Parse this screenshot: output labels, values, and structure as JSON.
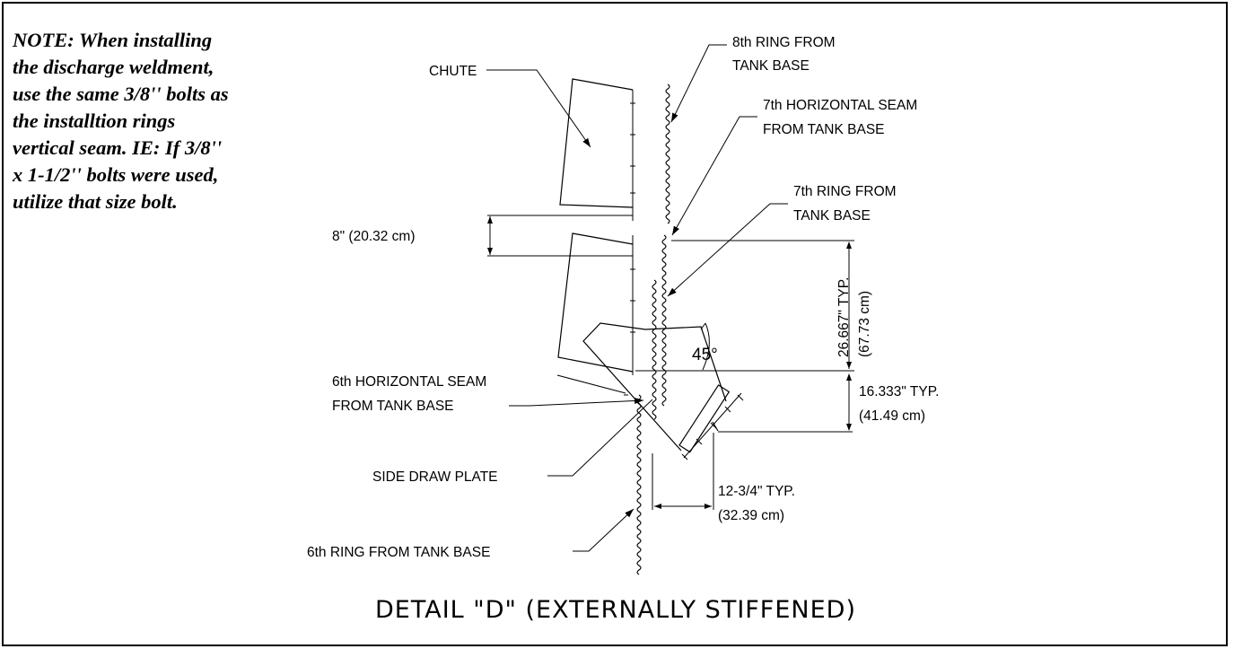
{
  "note": {
    "lines": [
      "NOTE: When installing",
      "the discharge weldment,",
      "use the same 3/8'' bolts as",
      "the installtion rings",
      "vertical seam. IE: If 3/8''",
      "x 1-1/2'' bolts were used,",
      "utilize that size bolt."
    ]
  },
  "labels": {
    "chute": "CHUTE",
    "ring8_l1": "8th RING FROM",
    "ring8_l2": "TANK BASE",
    "seam7_l1": "7th HORIZONTAL SEAM",
    "seam7_l2": "FROM TANK BASE",
    "ring7_l1": "7th RING FROM",
    "ring7_l2": "TANK BASE",
    "seam6_l1": "6th HORIZONTAL SEAM",
    "seam6_l2": "FROM TANK BASE",
    "side_draw": "SIDE DRAW PLATE",
    "ring6": "6th RING FROM TANK BASE"
  },
  "dimensions": {
    "gap": "8\"  (20.32 cm)",
    "ring_height_in": "26.667\" TYP.",
    "ring_height_cm": "(67.73 cm)",
    "vert_offset_in": "16.333\" TYP.",
    "vert_offset_cm": "(41.49 cm)",
    "horiz_offset_in": "12-3/4\" TYP.",
    "horiz_offset_cm": "(32.39 cm)",
    "angle": "45°"
  },
  "title": "DETAIL \"D\" (EXTERNALLY STIFFENED)"
}
